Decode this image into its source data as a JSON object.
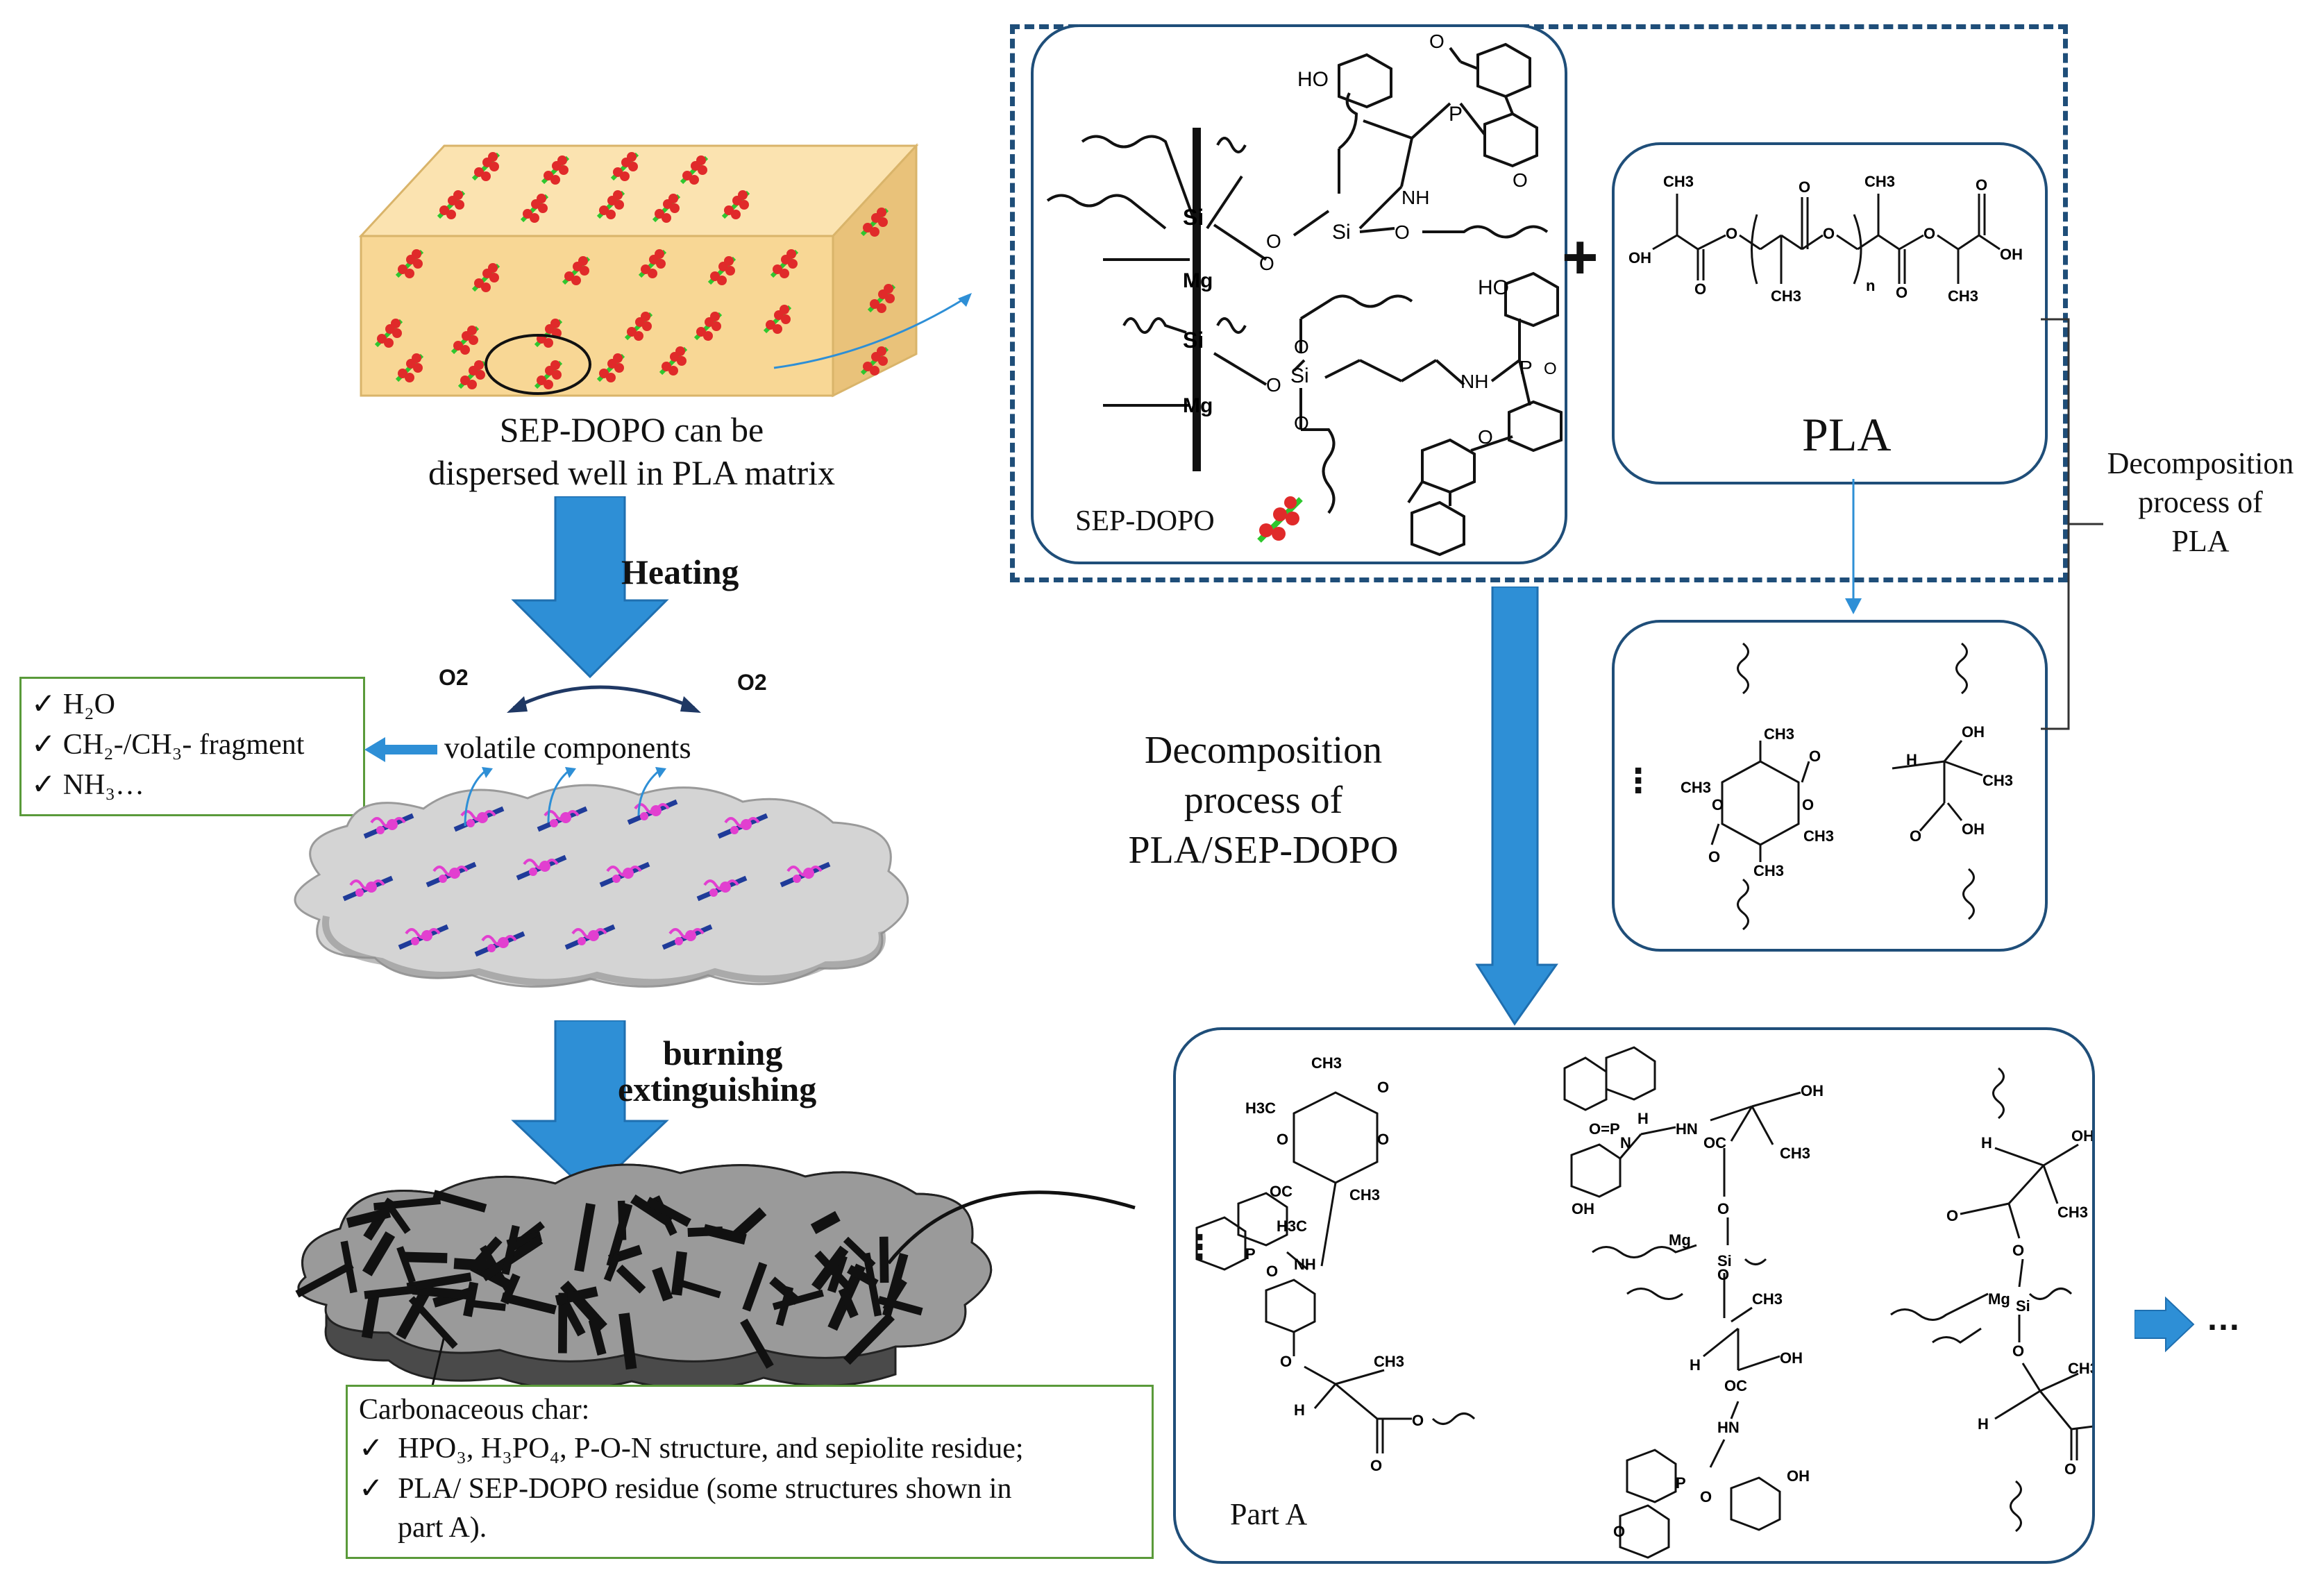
{
  "labels": {
    "sep_caption_line1": "SEP-DOPO can be",
    "sep_caption_line2": "dispersed well in PLA matrix",
    "heating": "Heating",
    "o2_left": "O2",
    "o2_right": "O2",
    "volatile": "volatile components",
    "burning": "burning",
    "extinguishing": "extinguishing",
    "decomp_line1": "Decomposition",
    "decomp_line2": "process of",
    "decomp_line3": "PLA/SEP-DOPO",
    "pla_title": "PLA",
    "pla_decomp_line1": "Decomposition",
    "pla_decomp_line2": "process of",
    "pla_decomp_line3": "PLA",
    "sep_dopo_box_label": "SEP-DOPO",
    "part_a": "Part A",
    "plus": "+",
    "ellipsis_left": "⋮",
    "ellipsis_right": "…"
  },
  "volatiles_list": {
    "items": [
      "H₂O",
      "CH₂-/CH₃- fragment",
      "NH₃…"
    ]
  },
  "char_box": {
    "title": "Carbonaceous char:",
    "item1": "HPO₃, H₃PO₄, P-O-N structure, and sepiolite residue;",
    "item2_line1": "PLA/ SEP-DOPO residue (some structures shown in",
    "item2_line2": "part A)."
  },
  "chem_text": {
    "ho": "HO",
    "oh": "OH",
    "p": "P",
    "o": "O",
    "nh": "NH",
    "si": "Si",
    "mg": "Mg",
    "ch3": "CH₃",
    "h3c": "H₃C",
    "h": "H",
    "n": "n",
    "oc": "OC",
    "hn": "HN"
  },
  "colors": {
    "frame_blue": "#1f4e79",
    "arrow_blue": "#2e8fd6",
    "list_green": "#5a9a3a",
    "block_fill": "#f8d795",
    "sep_red": "#e02a2a",
    "sep_green": "#2ec72e",
    "cloud_grey": "#cfcfcf",
    "pink": "#e23fd0",
    "char_dark": "#3a3a3a"
  }
}
